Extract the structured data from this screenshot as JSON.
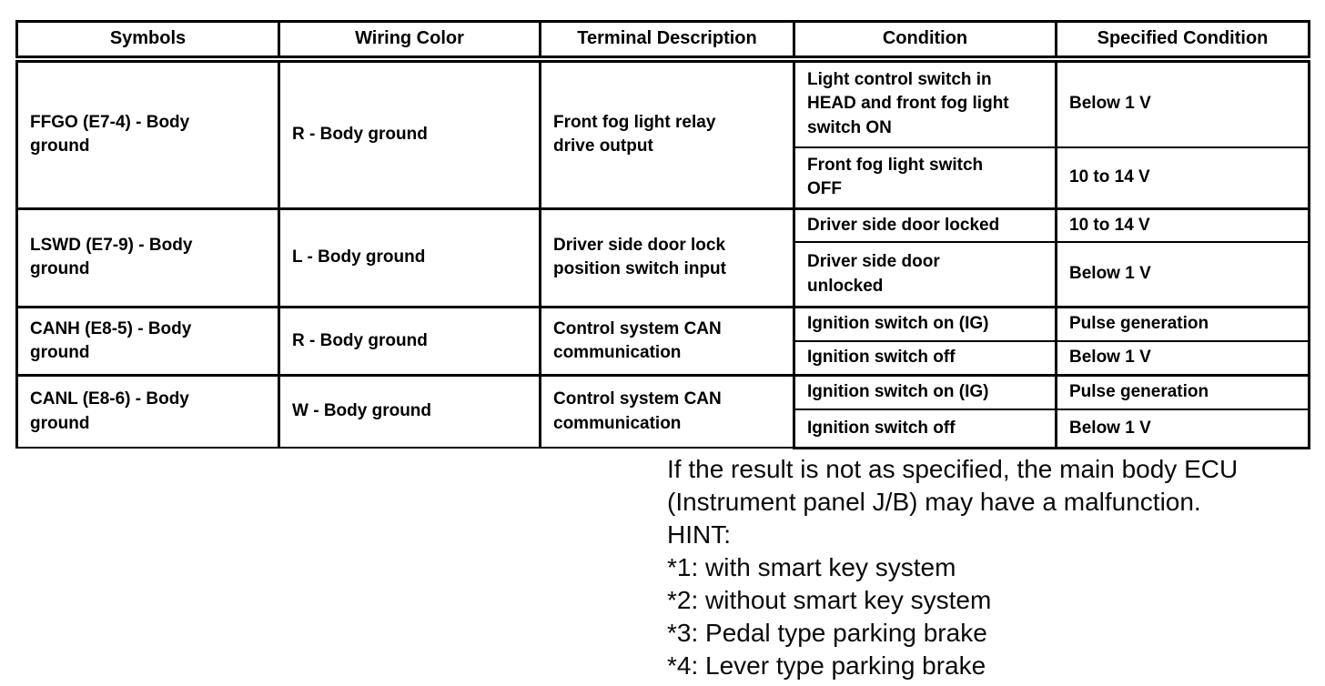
{
  "table": {
    "headers": [
      "Symbols",
      "Wiring Color",
      "Terminal Description",
      "Condition",
      "Specified Condition"
    ],
    "rows": [
      {
        "symbol": "FFGO (E7-4) - Body\nground",
        "wiring_color": "R - Body ground",
        "terminal_description": "Front fog light relay\ndrive output",
        "conditions": [
          {
            "condition": "Light control switch in\nHEAD and front fog light\nswitch ON",
            "specified": "Below 1 V"
          },
          {
            "condition": "Front fog light switch\nOFF",
            "specified": "10 to 14 V"
          }
        ]
      },
      {
        "symbol": "LSWD (E7-9) - Body\nground",
        "wiring_color": "L - Body ground",
        "terminal_description": "Driver side door lock\nposition switch input",
        "conditions": [
          {
            "condition": "Driver side door locked",
            "specified": "10 to 14 V"
          },
          {
            "condition": "Driver side door\nunlocked",
            "specified": "Below 1 V"
          }
        ]
      },
      {
        "symbol": "CANH (E8-5) - Body\nground",
        "wiring_color": "R - Body ground",
        "terminal_description": "Control system CAN\ncommunication",
        "conditions": [
          {
            "condition": "Ignition switch on (IG)",
            "specified": "Pulse generation"
          },
          {
            "condition": "Ignition switch off",
            "specified": "Below 1 V"
          }
        ]
      },
      {
        "symbol": "CANL (E8-6) - Body\nground",
        "wiring_color": "W - Body ground",
        "terminal_description": "Control system CAN\ncommunication",
        "conditions": [
          {
            "condition": "Ignition switch on (IG)",
            "specified": "Pulse generation"
          },
          {
            "condition": "Ignition switch off",
            "specified": "Below 1 V"
          }
        ]
      }
    ]
  },
  "note": {
    "lines": [
      "If the result is not as specified, the main body ECU",
      "(Instrument panel J/B) may have a malfunction.",
      "HINT:",
      "*1: with smart key system",
      "*2: without smart key system",
      "*3: Pedal type parking brake",
      "*4: Lever type parking brake"
    ]
  },
  "colors": {
    "border": "#000000",
    "background": "#ffffff",
    "text": "#000000"
  }
}
